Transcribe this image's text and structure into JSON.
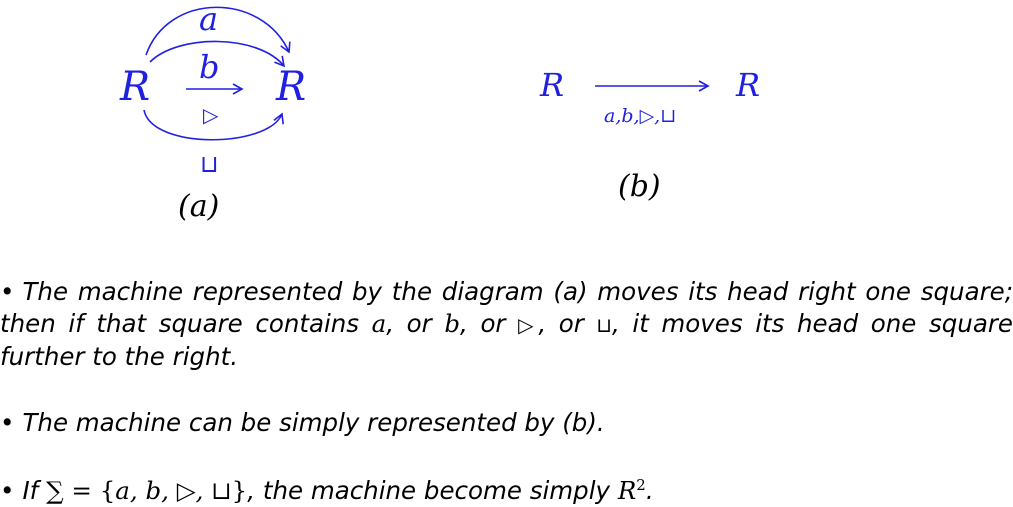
{
  "diagram_a": {
    "left_node": "R",
    "right_node": "R",
    "edge_top": "a",
    "edge_middle": "b",
    "edge_middle_under": "▷",
    "edge_bottom": "⊔",
    "caption": "(a)"
  },
  "diagram_b": {
    "left_node": "R",
    "right_node": "R",
    "edge_label": "a,b,▷,⊔",
    "caption": "(b)"
  },
  "bullets": {
    "b1_text_1": "The machine represented by the diagram (a) moves its head right one square; then if that square contains ",
    "b1_a": "a",
    "b1_text_2": ", or ",
    "b1_b": "b",
    "b1_text_3": ", or ",
    "b1_tri": "▷",
    "b1_text_4": ", or ",
    "b1_cup": "⊔",
    "b1_text_5": ", it moves its head one square further to the right.",
    "b2_text": "The machine can be simply represented by (b).",
    "b3_text_1": "If ",
    "b3_sigma": "∑ = {",
    "b3_set": "a, b, ▷, ⊔",
    "b3_close": "}",
    "b3_text_2": ", the machine become simply ",
    "b3_R": "R",
    "b3_exp": "2",
    "b3_end": "."
  }
}
